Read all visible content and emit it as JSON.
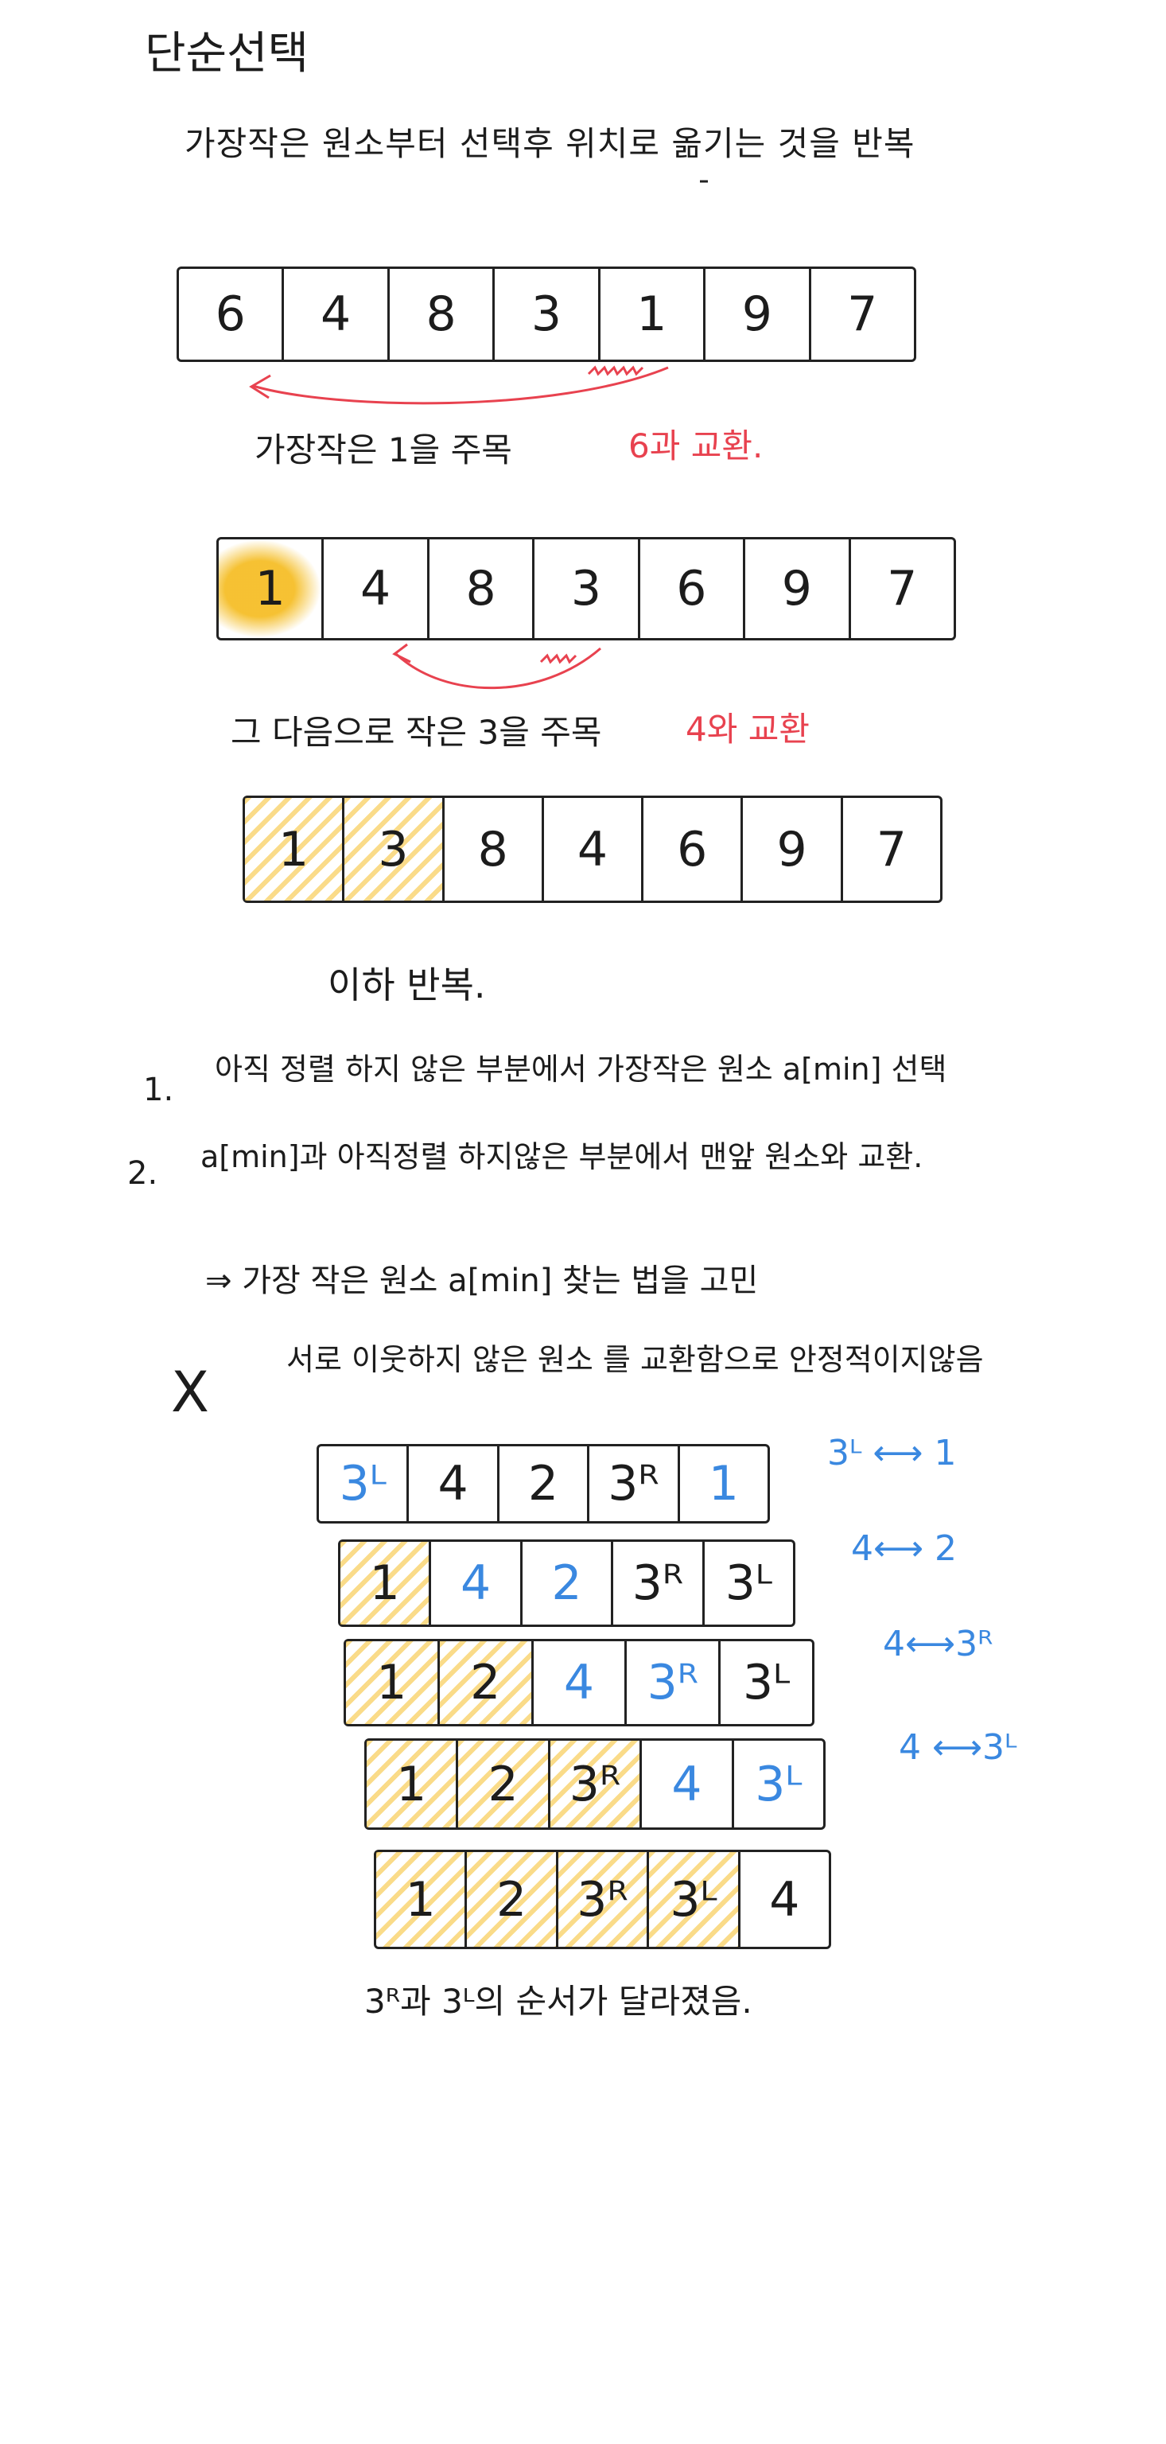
{
  "title": "단순선택",
  "description": "가장작은 원소부터 선택후 위치로 옮기는 것을 반복",
  "example1": {
    "array": [
      "6",
      "4",
      "8",
      "3",
      "1",
      "9",
      "7"
    ],
    "note": "가장작은 1을 주목",
    "note_red": "6과 교환."
  },
  "example2": {
    "array": [
      "1",
      "4",
      "8",
      "3",
      "6",
      "9",
      "7"
    ],
    "note": "그 다음으로 작은 3을 주목",
    "note_red": "4와 교환"
  },
  "example3": {
    "array": [
      "1",
      "3",
      "8",
      "4",
      "6",
      "9",
      "7"
    ]
  },
  "repeat_note": "이하 반복.",
  "steps": [
    {
      "num": "1.",
      "text": "아직 정렬 하지 않은 부분에서 가장작은 원소 a[min] 선택"
    },
    {
      "num": "2.",
      "text": "a[min]과 아직정렬 하지않은 부분에서 맨앞 원소와 교환."
    }
  ],
  "min_note": "⇒ 가장 작은 원소 a[min] 찾는 법을 고민",
  "unstable_mark": "X",
  "unstable_note": "서로 이웃하지 않은 원소 를 교환함으로 안정적이지않음",
  "unstable_rows": [
    [
      "3ᴸ",
      "4",
      "2",
      "3ᴿ",
      "1"
    ],
    [
      "1",
      "4",
      "2",
      "3ᴿ",
      "3ᴸ"
    ],
    [
      "1",
      "2",
      "4",
      "3ᴿ",
      "3ᴸ"
    ],
    [
      "1",
      "2",
      "3ᴿ",
      "4",
      "3ᴸ"
    ],
    [
      "1",
      "2",
      "3ᴿ",
      "3ᴸ",
      "4"
    ]
  ],
  "swaps": [
    "3ᴸ ⟷ 1",
    "4⟷ 2",
    "4⟷3ᴿ",
    "4 ⟷3ᴸ"
  ],
  "conclusion": "3ᴿ과 3ᴸ의 순서가 달라졌음.",
  "colors": {
    "red": "#e8424f",
    "blue": "#3a88e0",
    "highlight": "#f5be28",
    "ink": "#1c1c1c"
  }
}
